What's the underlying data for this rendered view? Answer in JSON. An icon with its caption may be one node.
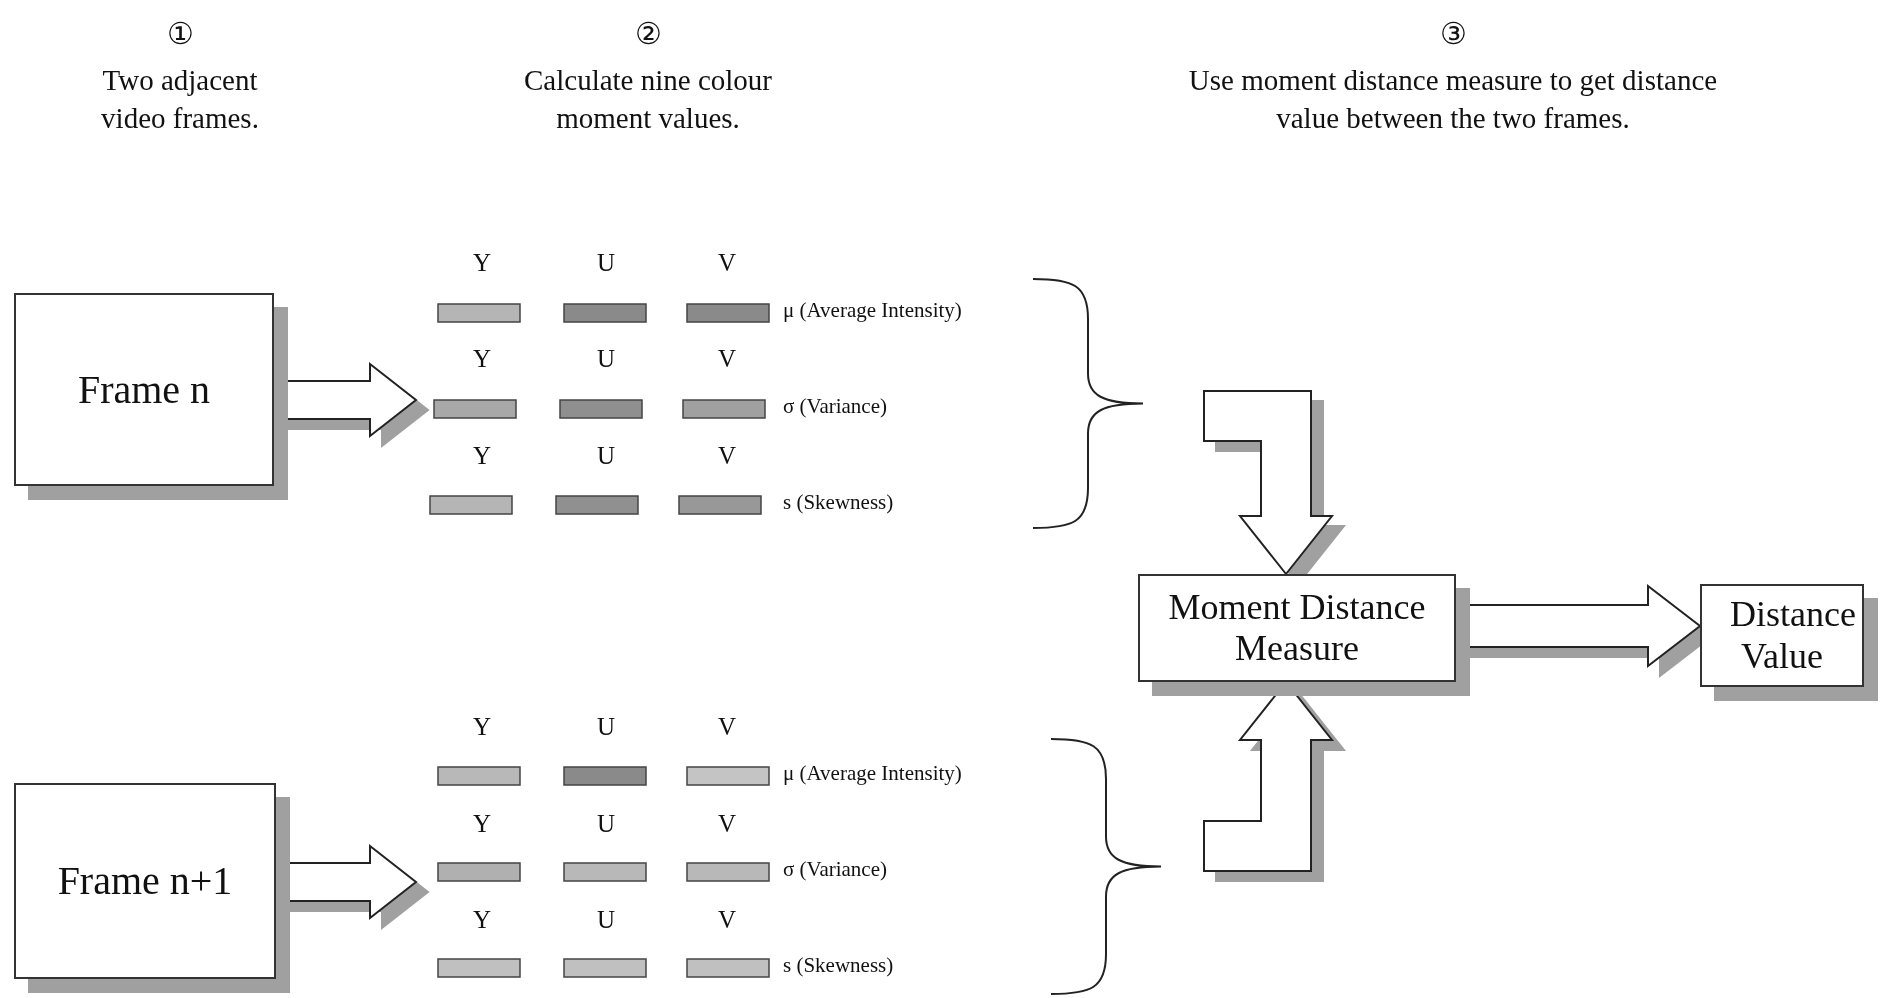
{
  "diagram": {
    "nodes": [
      {
        "text": [
          "Frame n"
        ]
      },
      {
        "text": [
          "Frame n+1"
        ]
      },
      {
        "text": [
          "Moment Distance Measure"
        ]
      },
      {
        "text": [
          "Distance Value"
        ]
      }
    ],
    "edges": [
      {
        "from": 0,
        "to": null,
        "arrow": "to"
      },
      {
        "from": 1,
        "to": null,
        "arrow": "to"
      },
      {
        "from": null,
        "to": 2,
        "arrow": "to"
      },
      {
        "from": null,
        "to": 2,
        "arrow": "to"
      },
      {
        "from": 2,
        "to": 3,
        "arrow": "to"
      }
    ],
    "labels": [
      "①",
      "Two adjacent video frames.",
      "②",
      "Calculate nine colour moment values.",
      "③",
      "Use moment distance measure to get distance value between the two frames.",
      "Y",
      "U",
      "V",
      "μ (Average Intensity)",
      "Y",
      "U",
      "V",
      "σ (Variance)",
      "Y",
      "U",
      "V",
      "s (Skewness)",
      "Y",
      "U",
      "V",
      "μ (Average Intensity)",
      "Y",
      "U",
      "V",
      "σ (Variance)",
      "Y",
      "U",
      "V",
      "s (Skewness)"
    ]
  }
}
